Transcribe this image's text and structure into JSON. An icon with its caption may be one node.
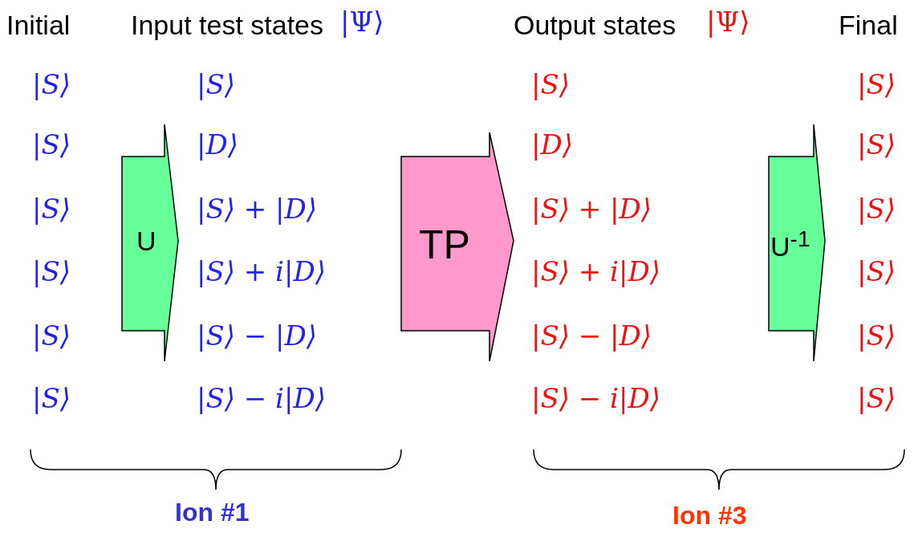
{
  "diagram": {
    "nodes": [
      {
        "text": [
          "U"
        ]
      },
      {
        "text": [
          "TP"
        ]
      },
      {
        "text": [
          "U$^{-1}$"
        ]
      }
    ],
    "labels": [
      "Initial",
      "Input test states",
      "|Ψ⟩",
      "Output states",
      "|Ψ⟩",
      "Final",
      "|S⟩",
      "|S⟩",
      "|S⟩",
      "|S⟩",
      "|S⟩",
      "|D⟩",
      "|D⟩",
      "|S⟩",
      "|S⟩",
      "|S⟩ + |D⟩",
      "|S⟩ + |D⟩",
      "|S⟩",
      "|S⟩",
      "|S⟩ + i|D⟩",
      "|S⟩ + i|D⟩",
      "|S⟩",
      "|S⟩",
      "|S⟩ − |D⟩",
      "|S⟩ − |D⟩",
      "|S⟩",
      "|S⟩",
      "|S⟩ − i|D⟩",
      "|S⟩ − i|D⟩",
      "|S⟩",
      "Ion #1",
      "Ion #3"
    ]
  }
}
